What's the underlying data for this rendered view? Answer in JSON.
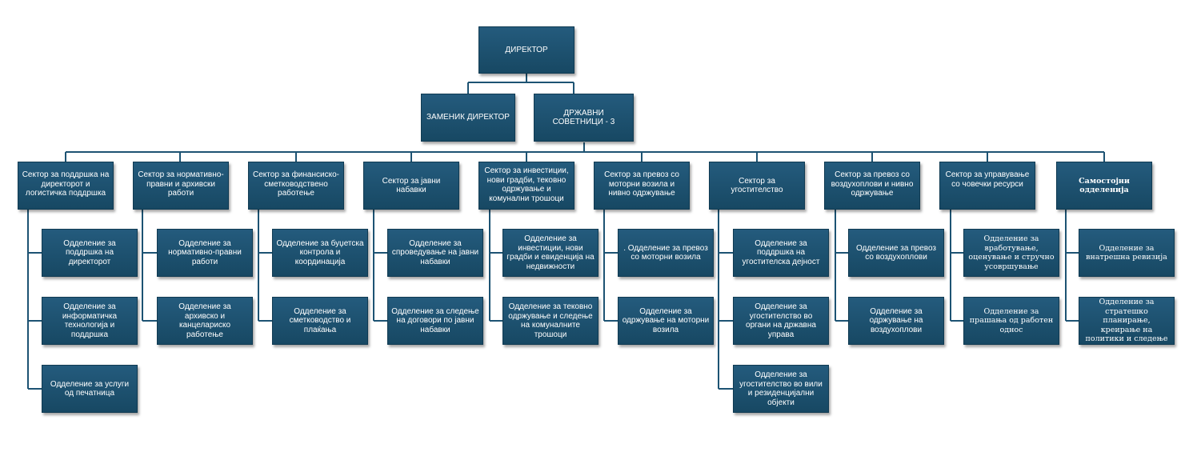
{
  "director": "ДИРЕКТОР",
  "deputy": "ЗАМЕНИК ДИРЕКТОР",
  "advisors": "ДРЖАВНИ СОВЕТНИЦИ - 3",
  "sectors": [
    {
      "name": "Сектор за поддршка на директорот и логистичка поддршка",
      "departments": [
        "Одделение за поддршка на директорот",
        "Одделение за информатичка технологија и поддршка",
        "Одделение за услуги од печатница"
      ]
    },
    {
      "name": "Сектор за нормативно-правни и архивски работи",
      "departments": [
        "Одделение за нормативно-правни работи",
        "Одделение за архивско и канцелариско работење"
      ]
    },
    {
      "name": "Сектор за финансиско-сметководствено работење",
      "departments": [
        "Одделение за буџетска контрола и координација",
        "Одделение за сметководство и плаќања"
      ]
    },
    {
      "name": "Сектор за јавни набавки",
      "departments": [
        "Одделение за спроведување на јавни набавки",
        "Одделение за следење на договори по јавни набавки"
      ]
    },
    {
      "name": "Сектор за инвестиции, нови градби, тековно одржување и комунални трошоци",
      "departments": [
        "Одделение за инвестиции, нови градби и евиденција на недвижности",
        "Одделение за тековно одржување и следење на комуналните трошоци"
      ]
    },
    {
      "name": "Сектор за превоз со моторни возила и нивно одржување",
      "departments": [
        ". Одделение за превоз со моторни возила",
        "Одделение за одржување на моторни возила"
      ]
    },
    {
      "name": "Сектор за угостителство",
      "departments": [
        "Одделение за поддршка на угостителска дејност",
        "Одделение за угостителство во органи на државна управа",
        "Одделение за угостителство во вили и резиденцијални објекти"
      ]
    },
    {
      "name": "Сектор за превоз со воздухоплови и нивно одржување",
      "departments": [
        "Одделение за превоз со воздухоплови",
        "Одделение за одржување на воздухоплови"
      ]
    },
    {
      "name": "Сектор за управување со човечки ресурси",
      "departments": [
        "Одделение за вработување, оценување и стручно усовршување",
        "Одделение за прашања од работен однос"
      ]
    },
    {
      "name": "Самостојни одделенија",
      "departments": [
        "Одделение за внатрешна ревизија",
        "Одделение за стратешко планирање, креирање на политики и следење"
      ]
    }
  ]
}
